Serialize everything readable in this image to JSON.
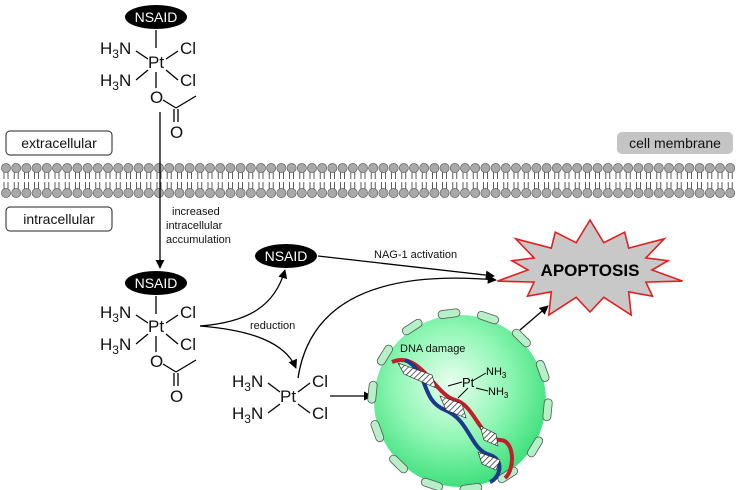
{
  "labels": {
    "extracellular": "extracellular",
    "intracellular": "intracellular",
    "cell_membrane": "cell membrane",
    "nsaid_top": "NSAID",
    "nsaid_mid": "NSAID",
    "nsaid_right": "NSAID",
    "increased_1": "increased",
    "increased_2": "intracellular",
    "increased_3": "accumulation",
    "reduction": "reduction",
    "nag1": "NAG-1 activation",
    "apoptosis": "APOPTOSIS",
    "dna_damage": "DNA damage"
  },
  "chem": {
    "pt": "Pt",
    "cl": "Cl",
    "h3n": "H3N",
    "o": "O",
    "nh3": "NH3"
  },
  "colors": {
    "membrane_head": "#a9a9a9",
    "nucleus_fill": "#7ff7a8",
    "nucleus_rim": "#9fe6b0",
    "apoptosis_star": "#c8c8c8",
    "apoptosis_outline": "#e02020",
    "cell_membrane_tag": "#c4c4c4",
    "dna_red": "#c0202a",
    "dna_blue": "#1b3a8c"
  }
}
